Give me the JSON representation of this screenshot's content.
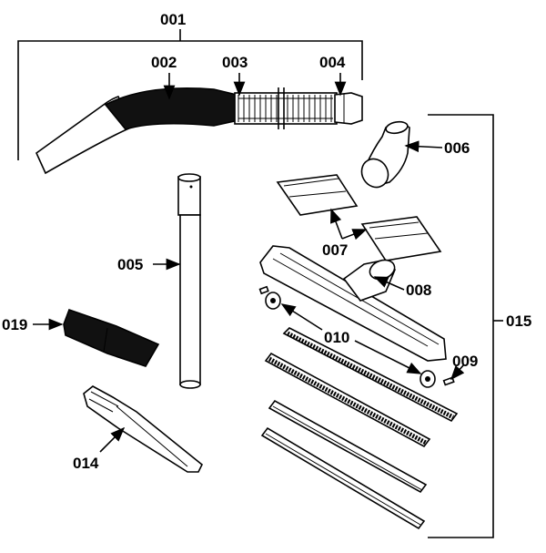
{
  "labels": {
    "p001": "001",
    "p002": "002",
    "p003": "003",
    "p004": "004",
    "p005": "005",
    "p006": "006",
    "p007": "007",
    "p008": "008",
    "p009": "009",
    "p010": "010",
    "p014": "014",
    "p015": "015",
    "p019": "019"
  },
  "colors": {
    "ink": "#000000",
    "paper": "#ffffff"
  }
}
